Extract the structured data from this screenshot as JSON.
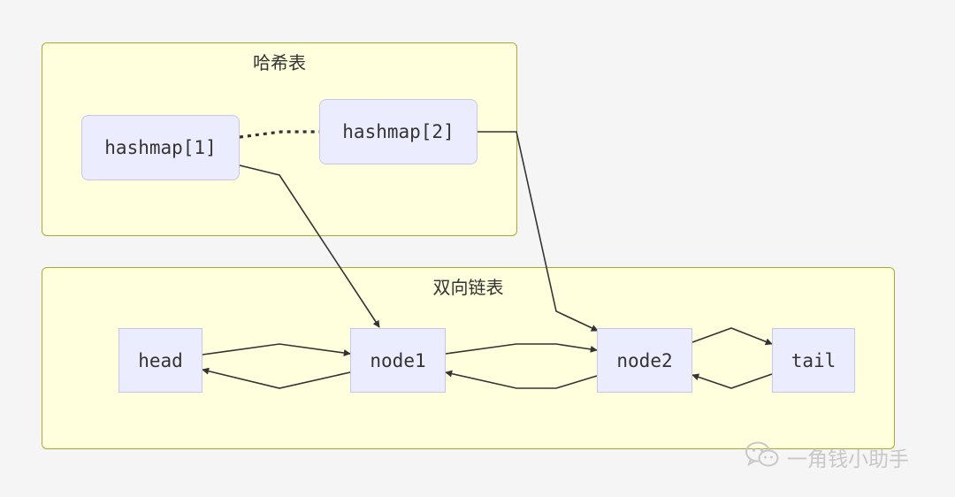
{
  "clusters": {
    "hash_table": {
      "title": "哈希表"
    },
    "linked_list": {
      "title": "双向链表"
    }
  },
  "nodes": {
    "hashmap1": "hashmap[1]",
    "hashmap2": "hashmap[2]",
    "head": "head",
    "node1": "node1",
    "node2": "node2",
    "tail": "tail"
  },
  "watermark": {
    "text": "一角钱小助手",
    "icon": "wechat-icon"
  },
  "colors": {
    "background": "#f5f5f5",
    "cluster_fill": "#ffffde",
    "cluster_border": "#aaaa33",
    "node_fill": "#ececff",
    "node_border": "#c5c5ef",
    "edge": "#333333",
    "watermark": "#c8c8c8"
  }
}
